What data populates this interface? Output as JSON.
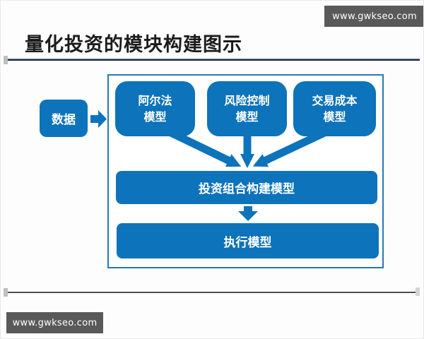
{
  "title": "量化投资的模块构建图示",
  "watermark_top": "www.gwkseo.com",
  "watermark_bottom": "www.gwkseo.com",
  "diagram": {
    "data_box": "数据",
    "top_models": [
      "阿尔法\n模型",
      "风险控制\n模型",
      "交易成本\n模型"
    ],
    "portfolio_model": "投资组合构建模型",
    "execution_model": "执行模型"
  },
  "colors": {
    "box_blue": "#0d73ba",
    "frame_border": "#2878b2",
    "banner_gray": "#595959"
  }
}
